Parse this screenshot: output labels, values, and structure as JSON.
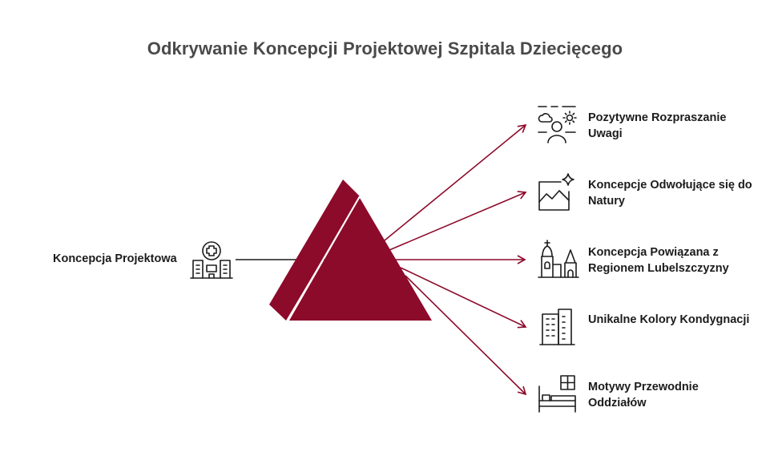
{
  "title": "Odkrywanie Koncepcji Projektowej Szpitala Dziecięcego",
  "source": {
    "label": "Koncepcja Projektowa",
    "icon": "hospital-building-icon"
  },
  "outputs": [
    {
      "label": "Pozytywne Rozpraszanie Uwagi",
      "icon": "person-weather-icon"
    },
    {
      "label": "Koncepcje Odwołujące się do Natury",
      "icon": "landscape-image-icon"
    },
    {
      "label": "Koncepcja Powiązana z Regionem Lubelszczyzny",
      "icon": "church-towers-icon"
    },
    {
      "label": "Unikalne Kolory Kondygnacji",
      "icon": "office-building-icon"
    },
    {
      "label": "Motywy Przewodnie Oddziałów",
      "icon": "hospital-bed-icon"
    }
  ],
  "colors": {
    "prism": "#8c0a2a",
    "arrow": "#8c0a2a",
    "title": "#4a4a4a",
    "text": "#1c1c1c"
  }
}
